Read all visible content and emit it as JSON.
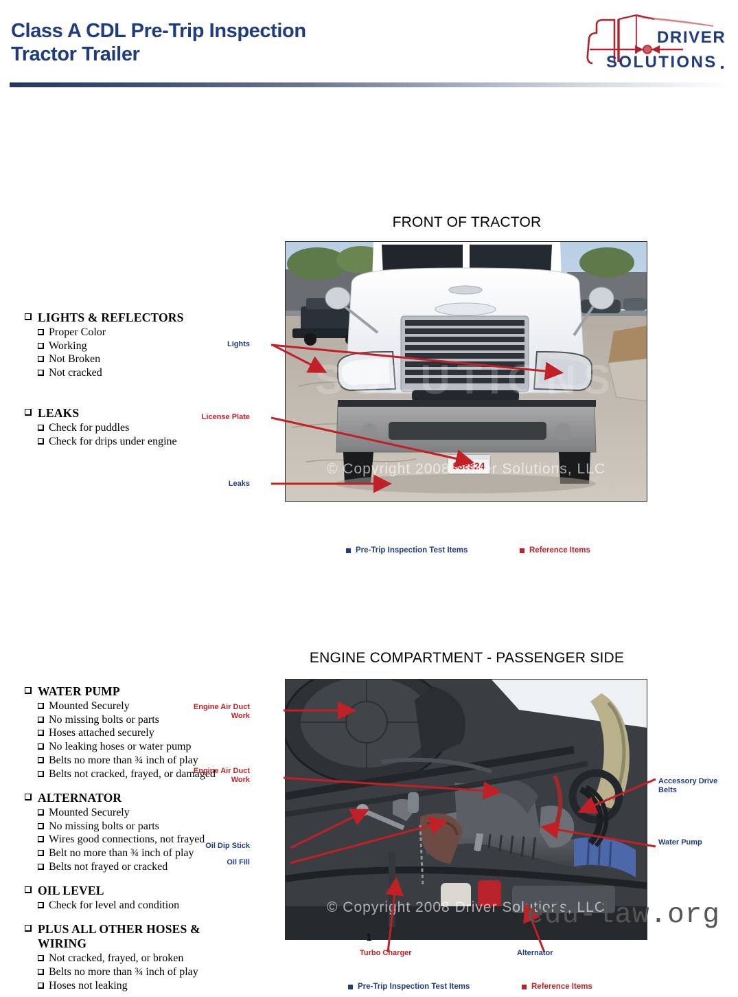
{
  "header": {
    "title": "Class A CDL Pre-Trip Inspection\nTractor Trailer",
    "logo_brand_top": "DRIVER",
    "logo_brand_bottom": "SOLUTIONS",
    "logo_registered": ".",
    "brand_navy": "#1F3C80",
    "brand_red": "#B0212C"
  },
  "legend": {
    "test_items_label": "Pre-Trip Inspection Test Items",
    "reference_items_label": "Reference Items",
    "test_color": "#1F3C80",
    "reference_color": "#C02026"
  },
  "sections": [
    {
      "title": "FRONT OF TRACTOR",
      "photo_watermark": "© Copyright 2008 Driver Solutions, LLC",
      "photo_watermark_big": "SOLUTIONS",
      "license_plate_number": "538824",
      "checklist": [
        {
          "heading": "LIGHTS & REFLECTORS",
          "items": [
            "Proper Color",
            "Working",
            "Not Broken",
            "Not cracked"
          ]
        },
        {
          "heading": "LEAKS",
          "items": [
            "Check for puddles",
            "Check for drips under engine"
          ]
        }
      ],
      "callouts": [
        {
          "text": "Lights",
          "type": "test"
        },
        {
          "text": "License Plate",
          "type": "ref"
        },
        {
          "text": "Leaks",
          "type": "test"
        }
      ]
    },
    {
      "title": "ENGINE COMPARTMENT - PASSENGER SIDE",
      "photo_watermark": "© Copyright 2008 Driver Solutions, LLC",
      "checklist": [
        {
          "heading": "WATER PUMP",
          "items": [
            "Mounted Securely",
            "No missing bolts or parts",
            "Hoses attached securely",
            "No leaking hoses or water pump",
            "Belts no more than ¾ inch of play",
            "Belts not cracked, frayed, or damaged"
          ]
        },
        {
          "heading": "ALTERNATOR",
          "items": [
            "Mounted Securely",
            "No missing bolts or parts",
            "Wires good connections, not frayed",
            "Belt no more than ¾ inch of play",
            "Belts not frayed or cracked"
          ]
        },
        {
          "heading": "OIL LEVEL",
          "items": [
            "Check for level and condition"
          ]
        },
        {
          "heading": "PLUS ALL OTHER HOSES & WIRING",
          "items": [
            "Not cracked, frayed, or broken",
            "Belts no more than ¾ inch of play",
            "Hoses not leaking"
          ]
        }
      ],
      "callouts": [
        {
          "text": "Engine Air Duct\nWork",
          "type": "ref"
        },
        {
          "text": "Engine Air Duct\nWork",
          "type": "ref"
        },
        {
          "text": "Oil Dip Stick",
          "type": "test"
        },
        {
          "text": "Oil Fill",
          "type": "test"
        },
        {
          "text": "Accessory Drive\nBelts",
          "type": "test"
        },
        {
          "text": "Water Pump",
          "type": "test"
        },
        {
          "text": "Turbo Charger",
          "type": "ref"
        },
        {
          "text": "Alternator",
          "type": "test"
        }
      ]
    }
  ],
  "footer": {
    "page_number": "1",
    "site_watermark": "edu-law.org"
  }
}
